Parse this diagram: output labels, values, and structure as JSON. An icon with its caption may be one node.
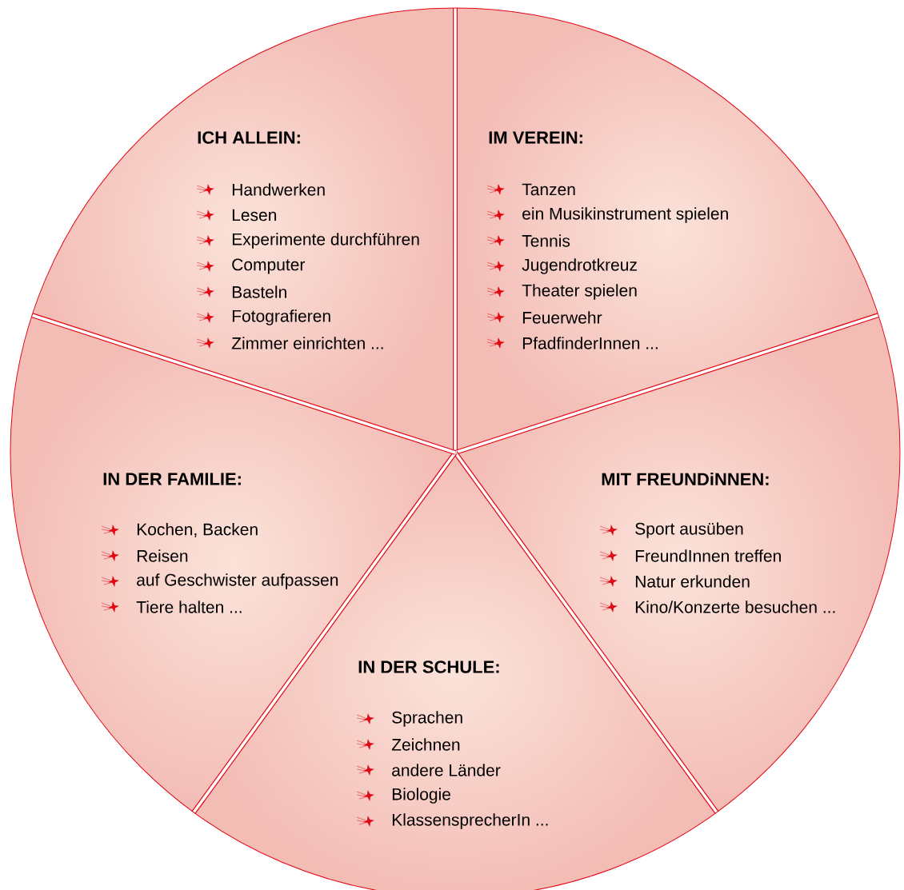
{
  "diagram": {
    "nodes": [
      {
        "text": [
          "ICH ALLEIN:",
          "Handwerken",
          "Lesen",
          "Experimente durchführen",
          "Computer",
          "Basteln",
          "Fotografieren",
          "Zimmer einrichten ..."
        ]
      },
      {
        "text": [
          "IM VEREIN:",
          "Tanzen",
          "ein Musikinstrument spielen",
          "Tennis",
          "Jugendrotkreuz",
          "Theater spielen",
          "Feuerwehr",
          "PfadfinderInnen ..."
        ]
      },
      {
        "text": [
          "IN DER FAMILIE:",
          "Kochen, Backen",
          "Reisen",
          "auf Geschwister aufpassen",
          "Tiere halten ..."
        ]
      },
      {
        "text": [
          "MIT FREUNDiNNEN:",
          "Sport ausüben",
          "FreundInnen treffen",
          "Natur erkunden",
          "Kino/Konzerte besuchen ..."
        ]
      },
      {
        "text": [
          "IN DER SCHULE:",
          "Sprachen",
          "Zeichnen",
          "andere Länder",
          "Biologie",
          "KlassensprecherIn ..."
        ]
      }
    ]
  }
}
